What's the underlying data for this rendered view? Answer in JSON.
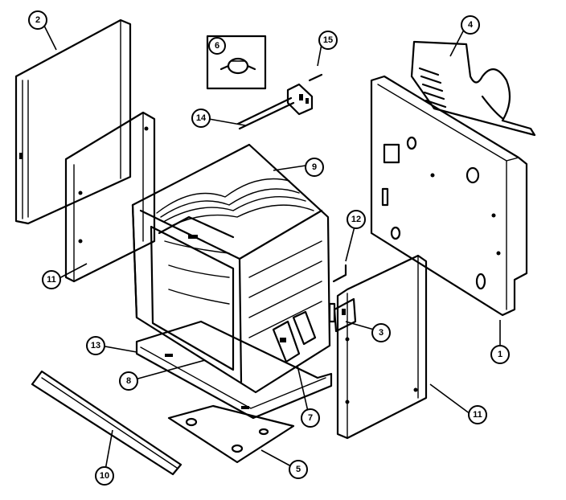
{
  "diagram": {
    "callouts": [
      {
        "id": "c2",
        "label": "2"
      },
      {
        "id": "c6",
        "label": "6"
      },
      {
        "id": "c15",
        "label": "15"
      },
      {
        "id": "c4",
        "label": "4"
      },
      {
        "id": "c14",
        "label": "14"
      },
      {
        "id": "c9",
        "label": "9"
      },
      {
        "id": "c12",
        "label": "12"
      },
      {
        "id": "c11a",
        "label": "11"
      },
      {
        "id": "c3",
        "label": "3"
      },
      {
        "id": "c1",
        "label": "1"
      },
      {
        "id": "c13",
        "label": "13"
      },
      {
        "id": "c8",
        "label": "8"
      },
      {
        "id": "c7",
        "label": "7"
      },
      {
        "id": "c11b",
        "label": "11"
      },
      {
        "id": "c10",
        "label": "10"
      },
      {
        "id": "c5",
        "label": "5"
      }
    ]
  }
}
